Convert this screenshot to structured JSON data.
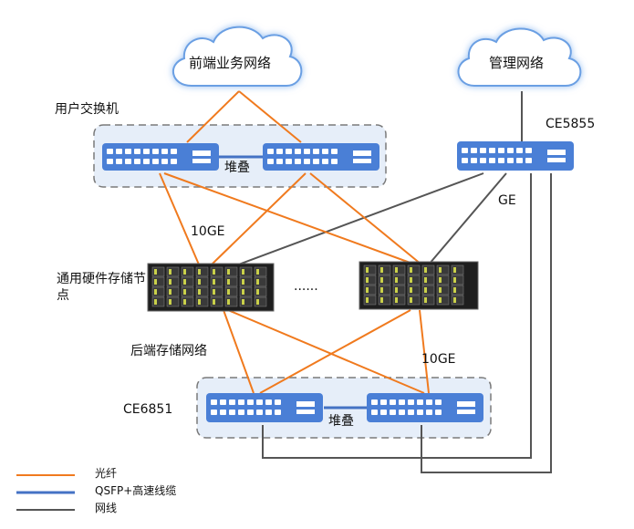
{
  "clouds": {
    "frontend": "前端业务网络",
    "management": "管理网络"
  },
  "labels": {
    "user_switch": "用户交换机",
    "stack_top": "堆叠",
    "mgmt_switch": "CE5855",
    "ge": "GE",
    "ten_ge_top": "10GE",
    "storage_node": "通用硬件存储节点",
    "ellipsis": "......",
    "backend_network": "后端存储网络",
    "ten_ge_bottom": "10GE",
    "backend_switch": "CE6851",
    "stack_bottom": "堆叠"
  },
  "legend": [
    {
      "label": "光纤",
      "color": "#f07a1e"
    },
    {
      "label": "QSFP+高速线缆",
      "color": "#4472c4"
    },
    {
      "label": "网线",
      "color": "#555555"
    }
  ],
  "colors": {
    "fiber": "#f07a1e",
    "qsfp": "#4472c4",
    "cable": "#555555",
    "switch": "#4a7fd6",
    "group_fill": "#e6eef9",
    "cloud_fill": "#ffffff",
    "cloud_stroke": "#6b9fe3"
  }
}
